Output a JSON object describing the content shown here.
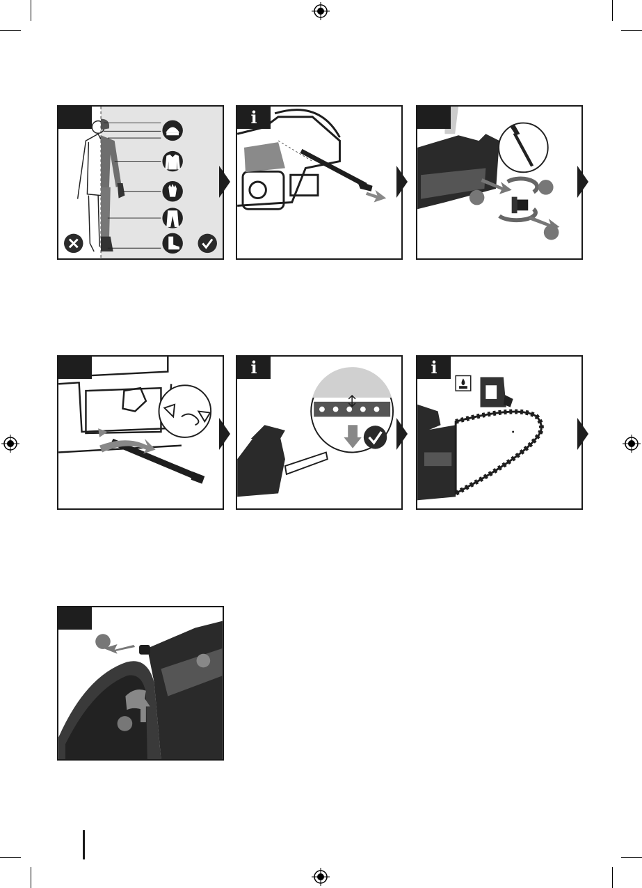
{
  "colors": {
    "ink": "#1e1e1e",
    "panel_border": "#1a1a1a",
    "panel_tint": "#e4e4e4",
    "mid_grey": "#7a7a7a",
    "light_grey": "#c8c8c8",
    "white": "#ffffff"
  },
  "panels": [
    {
      "id": "A",
      "tab_label": "",
      "description_icons": [
        "no-icon",
        "helmet-icon",
        "jacket-icon",
        "gloves-icon",
        "trousers-icon",
        "boots-icon",
        "yes-icon"
      ]
    },
    {
      "id": "B",
      "tab_label": "i",
      "description_icons": [
        "chainsaw-icon",
        "spanner-icon"
      ]
    },
    {
      "id": "C",
      "tab_label": "",
      "description_icons": [
        "spanner-icon",
        "bolt-icon",
        "rotate-arrow-icon"
      ]
    },
    {
      "id": "D",
      "tab_label": "",
      "description_icons": [
        "spanner-icon",
        "chain-direction-icon"
      ]
    },
    {
      "id": "E",
      "tab_label": "i",
      "description_icons": [
        "chain-tension-icon",
        "check-icon"
      ]
    },
    {
      "id": "F",
      "tab_label": "i",
      "description_icons": [
        "oil-drop-icon",
        "oil-bottle-icon"
      ]
    },
    {
      "id": "G",
      "tab_label": "",
      "description_icons": [
        "handle-icon",
        "lock-button-icon",
        "trigger-icon"
      ]
    }
  ]
}
